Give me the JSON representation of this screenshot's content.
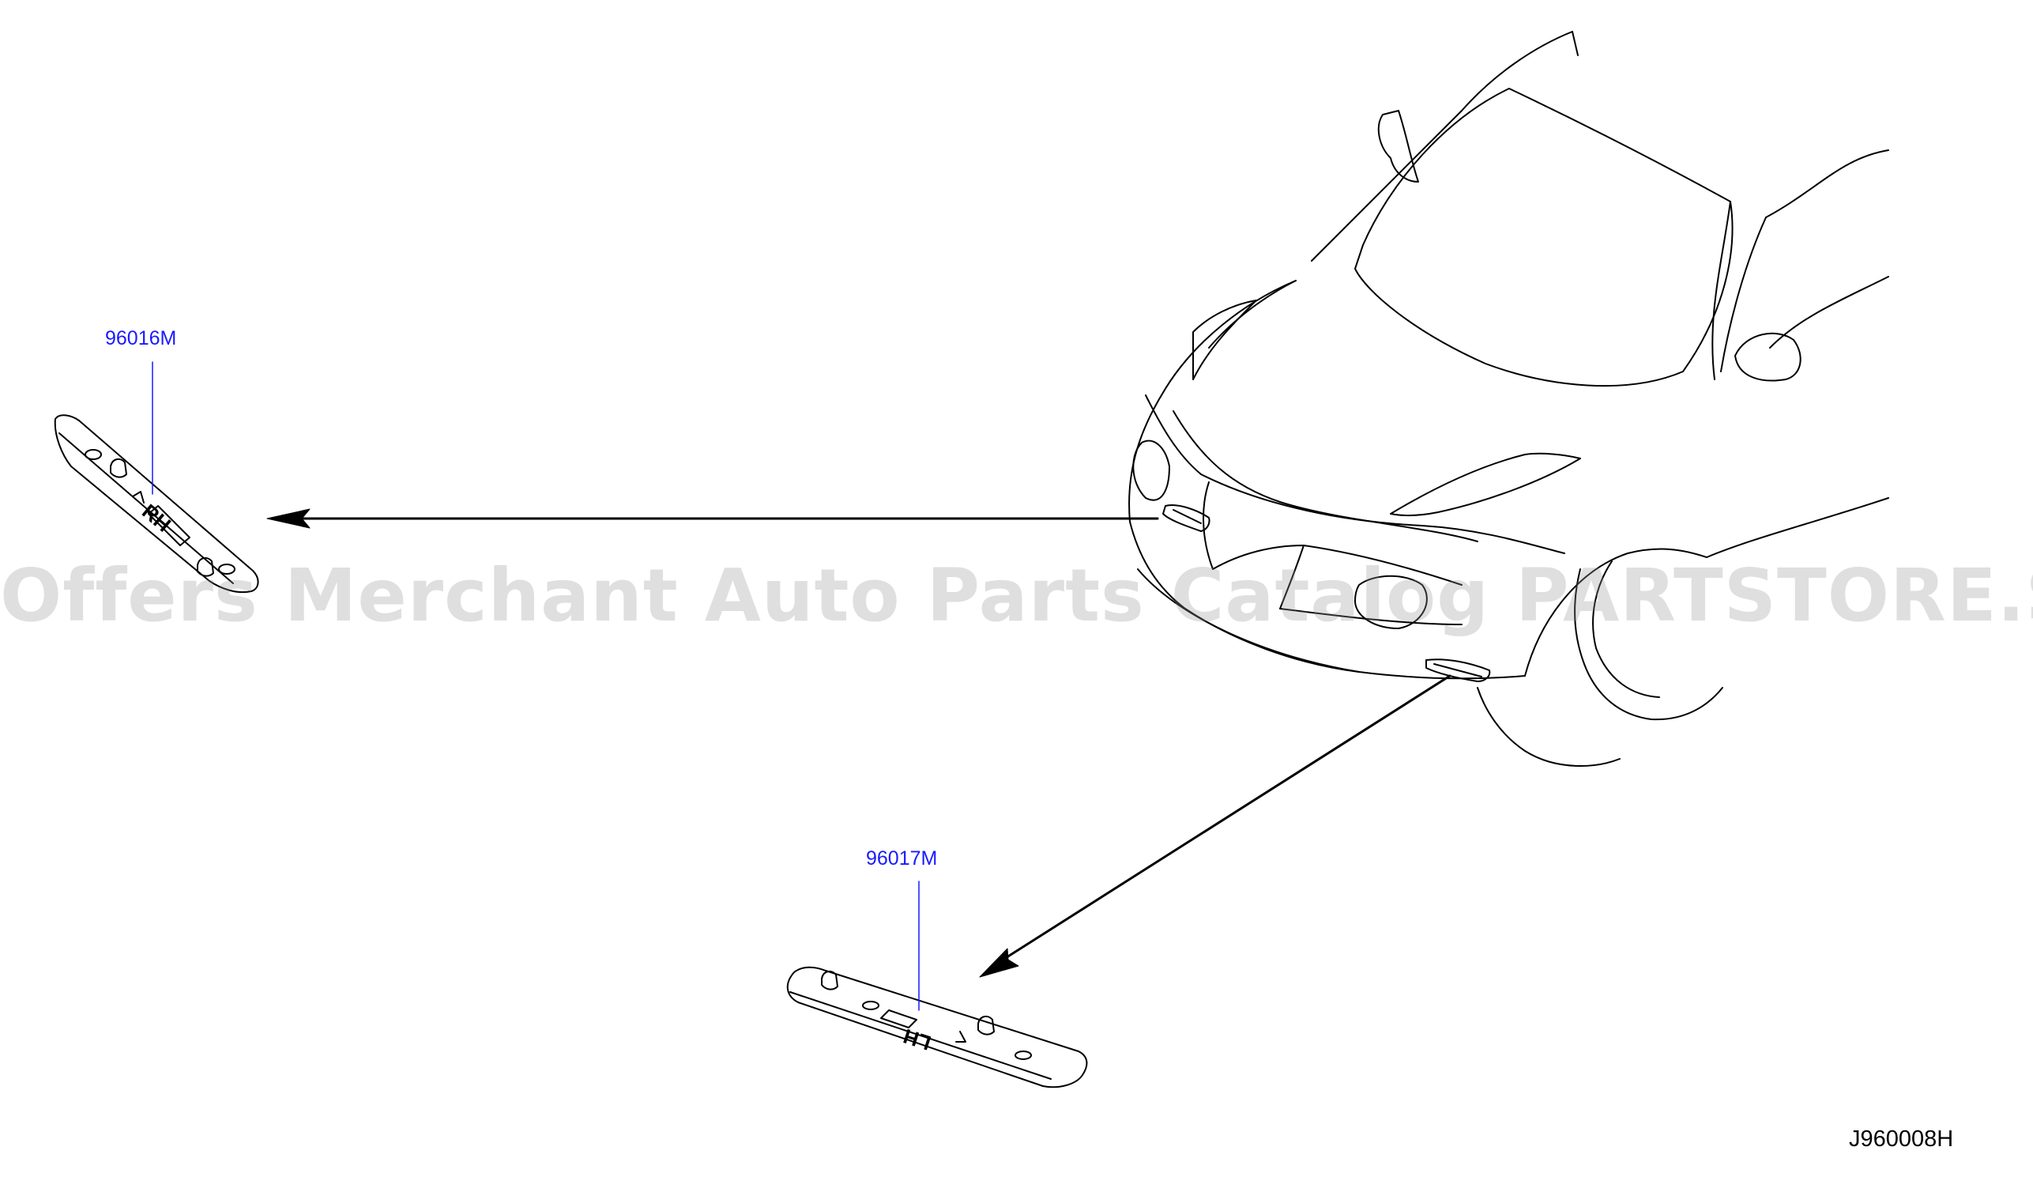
{
  "callouts": {
    "part_rh": "96016M",
    "part_lh": "96017M"
  },
  "part_marks": {
    "rh": "RH",
    "lh": "LH"
  },
  "figure_code": "J960008H",
  "watermark": "Offers Merchant Auto Parts Catalog PARTSTORE.SA",
  "colors": {
    "callout": "#1a1aff",
    "linework": "#000000",
    "watermark": "#969696"
  }
}
